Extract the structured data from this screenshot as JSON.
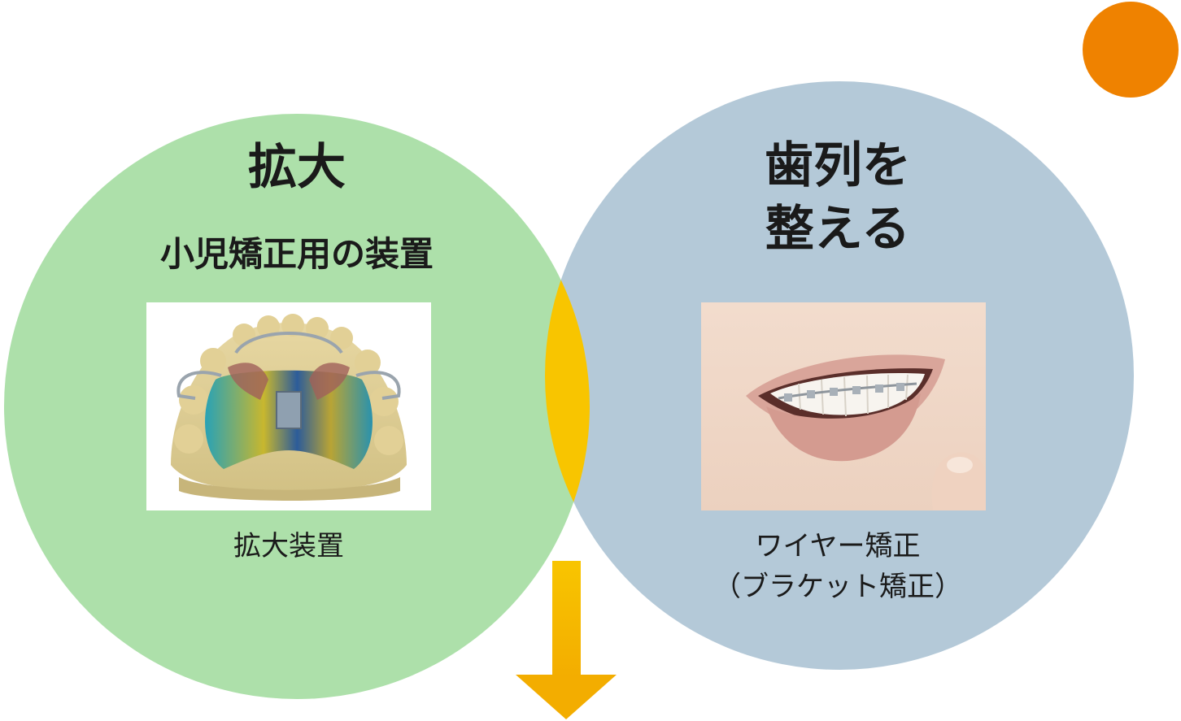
{
  "left": {
    "title": "拡大",
    "subtitle": "小児矯正用の装置",
    "caption": "拡大装置"
  },
  "right": {
    "title_line1": "歯列を",
    "title_line2": "整える",
    "caption_line1": "ワイヤー矯正",
    "caption_line2": "（ブラケット矯正）"
  },
  "colors": {
    "left_circle": "#ade0aa",
    "right_circle": "#b4c9d8",
    "overlap": "#f8c500",
    "arrow": "#f5b400",
    "dot": "#ef8200"
  },
  "icons": {
    "arrow": "down-arrow-icon",
    "dot": "orange-dot-icon"
  }
}
